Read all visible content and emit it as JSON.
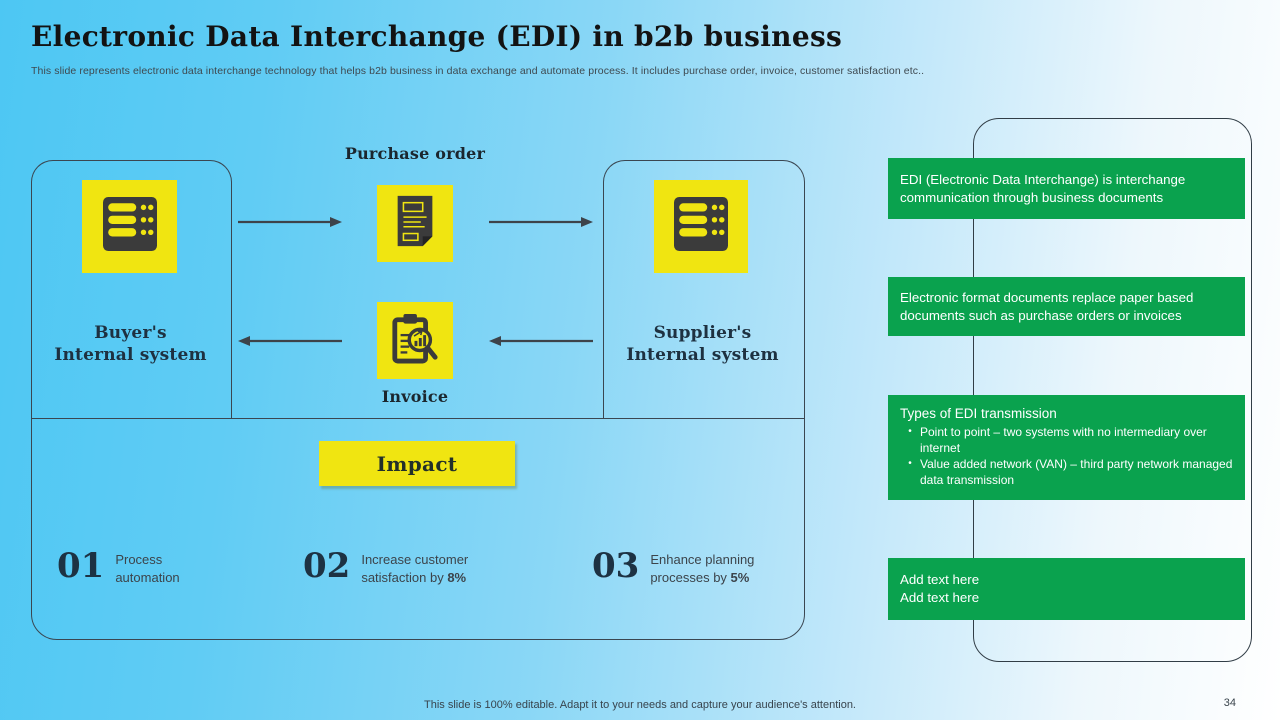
{
  "slide": {
    "title": "Electronic Data Interchange (EDI) in b2b business",
    "subtitle": "This slide represents electronic data interchange technology that helps b2b business in data exchange and automate process. It includes purchase order, invoice, customer satisfaction etc..",
    "footer": "This slide is 100% editable. Adapt it to your needs and capture your audience's attention.",
    "page_number": "34"
  },
  "colors": {
    "accent_green": "#0aa24e",
    "accent_yellow": "#f0e511",
    "icon_dark": "#3b3b3b",
    "line_dark": "#3a4651"
  },
  "diagram": {
    "buyer": {
      "label_line1": "Buyer's",
      "label_line2": "Internal system",
      "icon": "server-icon"
    },
    "supplier": {
      "label_line1": "Supplier's",
      "label_line2": "Internal system",
      "icon": "server-icon"
    },
    "purchase_order_label": "Purchase order",
    "invoice_label": "Invoice",
    "impact": {
      "title": "Impact",
      "items": [
        {
          "number": "01",
          "text": "Process automation",
          "bold": ""
        },
        {
          "number": "02",
          "text": "Increase customer satisfaction by ",
          "bold": "8%"
        },
        {
          "number": "03",
          "text": "Enhance planning processes by ",
          "bold": "5%"
        }
      ]
    }
  },
  "right_panel": {
    "boxes": [
      {
        "text": "EDI (Electronic Data Interchange) is interchange communication through business documents"
      },
      {
        "text": "Electronic format documents replace paper based documents such as purchase orders or invoices"
      },
      {
        "title": "Types of EDI transmission",
        "bullets": [
          "Point to point – two systems with no intermediary over internet",
          "Value added network (VAN) – third party network managed data transmission"
        ]
      },
      {
        "lines": [
          "Add text here",
          "Add text here"
        ]
      }
    ]
  }
}
